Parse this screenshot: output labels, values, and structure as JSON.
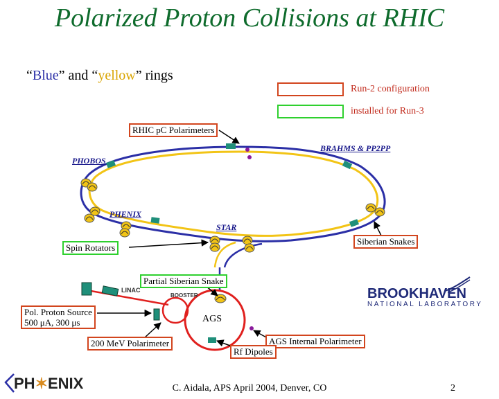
{
  "title": "Polarized Proton Collisions at RHIC",
  "subtitle": {
    "open_quote": "“",
    "blue_word": "Blue",
    "mid": "” and “",
    "yellow_word": "yellow",
    "tail": "” rings"
  },
  "legend": {
    "run2": {
      "label": "Run-2 configuration",
      "color": "#d2451e"
    },
    "run3": {
      "label": "installed for Run-3",
      "color": "#2ed02e"
    }
  },
  "labels": {
    "rhic_pc_polarimeters": "RHIC pC Polarimeters",
    "brahms": "BRAHMS & PP2PP",
    "phobos": "PHOBOS",
    "phenix": "PHENIX",
    "star": "STAR",
    "siberian_snakes": "Siberian Snakes",
    "spin_rotators": "Spin Rotators",
    "partial_siberian_snake": "Partial Siberian Snake",
    "linac": "LINAC",
    "booster": "BOOSTER",
    "ags": "AGS",
    "pol_proton_source_line1": "Pol. Proton Source",
    "pol_proton_source_line2": "500 μA, 300 μs",
    "polarimeter_200mev": "200 MeV Polarimeter",
    "ags_internal_polarimeter": "AGS Internal Polarimeter",
    "rf_dipoles": "Rf Dipoles"
  },
  "colors": {
    "blue_ring": "#2b2fa6",
    "yellow_ring": "#f2c416",
    "ags_ring": "#e0201e",
    "title": "#0e6b2c",
    "magnet_green": "#1f8f7a"
  },
  "logos": {
    "bnl_top": "BROOKHAVEN",
    "bnl_bottom": "NATIONAL LABORATORY",
    "phenix_left": "PH",
    "phenix_mid": "✶",
    "phenix_right": "ENIX"
  },
  "footer": "C. Aidala, APS April 2004, Denver, CO",
  "page_number": "2"
}
